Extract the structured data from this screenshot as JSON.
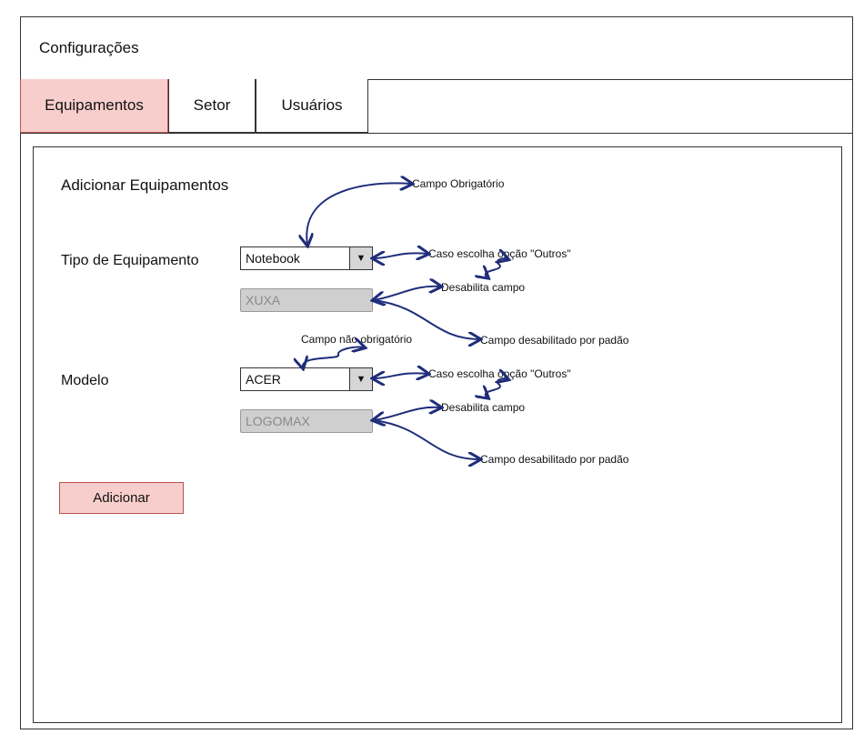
{
  "header": {
    "title": "Configurações"
  },
  "tabs": [
    {
      "label": "Equipamentos",
      "active": true
    },
    {
      "label": "Setor",
      "active": false
    },
    {
      "label": "Usuários",
      "active": false
    }
  ],
  "form": {
    "heading": "Adicionar Equipamentos",
    "tipo": {
      "label": "Tipo de Equipamento",
      "selected": "Notebook",
      "other_value": "XUXA"
    },
    "modelo": {
      "label": "Modelo",
      "selected": "ACER",
      "other_value": "LOGOMAX"
    },
    "submit_label": "Adicionar"
  },
  "annotations": {
    "required": "Campo Obrigatório",
    "optional": "Campo não obrigatório",
    "if_other": "Caso escolha opção \"Outros\"",
    "disables": "Desabilita campo",
    "disabled_default": "Campo desabilitado por padão"
  },
  "colors": {
    "accent_fill": "#f8cecc",
    "accent_border": "#b85450",
    "arrow": "#1f2d7a",
    "disabled_fill": "#cfcfcf"
  }
}
